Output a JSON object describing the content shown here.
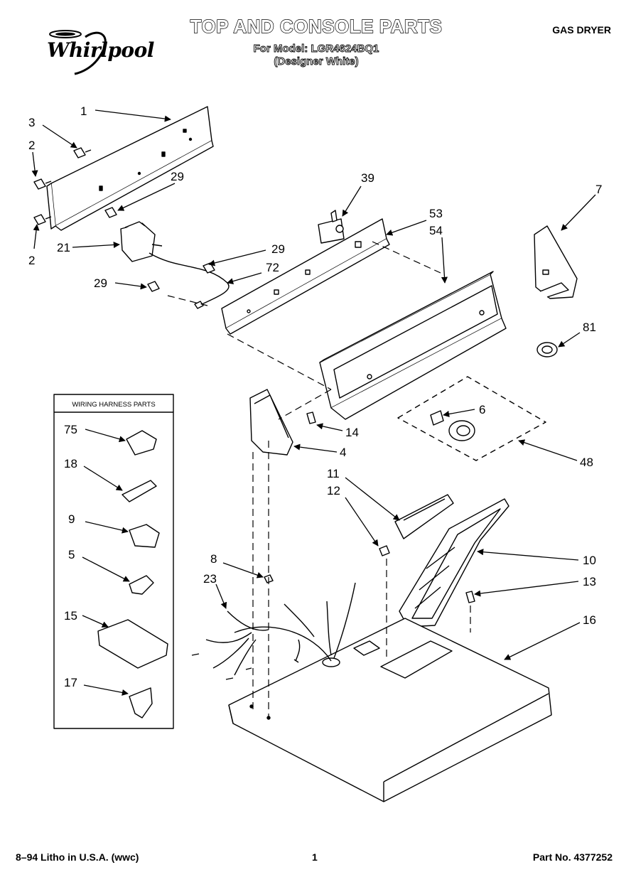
{
  "brand": {
    "logo_text": "Whirlpool"
  },
  "header": {
    "title": "TOP AND CONSOLE PARTS",
    "model_line": "For Model: LGR4624BQ1",
    "color_line": "(Designer White)",
    "product_type": "GAS DRYER"
  },
  "harness_box": {
    "title": "WIRING HARNESS PARTS"
  },
  "callouts": {
    "c1": "1",
    "c2a": "2",
    "c2b": "2",
    "c3": "3",
    "c4": "4",
    "c5": "5",
    "c6": "6",
    "c7": "7",
    "c8": "8",
    "c9": "9",
    "c10": "10",
    "c11": "11",
    "c12": "12",
    "c13": "13",
    "c14": "14",
    "c15": "15",
    "c16": "16",
    "c17": "17",
    "c18": "18",
    "c21": "21",
    "c23": "23",
    "c29a": "29",
    "c29b": "29",
    "c29c": "29",
    "c39": "39",
    "c48": "48",
    "c53": "53",
    "c54": "54",
    "c72": "72",
    "c75": "75",
    "c81": "81"
  },
  "footer": {
    "print_info": "8–94 Litho in U.S.A. (wwc)",
    "page": "1",
    "part_number": "Part No. 4377252"
  }
}
